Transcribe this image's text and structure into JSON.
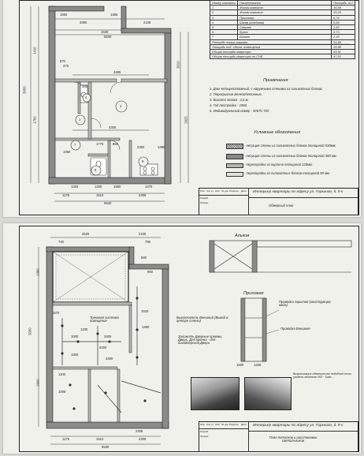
{
  "sheet1": {
    "dims": {
      "top_inner": [
        "1660",
        "2060",
        "1365",
        "1530",
        "2105"
      ],
      "top_total": "5530",
      "left_total": "5050",
      "bottom": [
        "1175",
        "1610",
        "2305"
      ],
      "bottom_total": "5530",
      "mid1": "4495",
      "mid2": "4305",
      "left_side": [
        "1410",
        "1760"
      ],
      "right_side": [
        "3010",
        "2925"
      ],
      "small": [
        "870",
        "275",
        "380",
        "1775",
        "1050",
        "850",
        "2350",
        "1250",
        "1580",
        "1475",
        "1325",
        "1385"
      ]
    },
    "room_numbers": [
      "1",
      "2",
      "3",
      "4",
      "5",
      "6",
      "7"
    ],
    "table": {
      "headers": [
        "Номер комнаты",
        "Наименование",
        "Площадь, м.2"
      ],
      "rows": [
        {
          "num": "1",
          "name": "Жилая комната",
          "area": "16,59"
        },
        {
          "num": "2",
          "name": "Жилая комната",
          "area": "15,26"
        },
        {
          "num": "3",
          "name": "Прихожая",
          "area": "6,74"
        },
        {
          "num": "4",
          "name": "Шкаф (кладовая)",
          "area": "0,56"
        },
        {
          "num": "5",
          "name": "Санузел",
          "area": "2,92"
        },
        {
          "num": "6",
          "name": "Кухня",
          "area": "5,73"
        },
        {
          "num": "7",
          "name": "Балкон",
          "area": "2,20"
        }
      ],
      "summary": [
        {
          "name": "Площадь жилых комнат",
          "area": "31,85"
        },
        {
          "name": "Площадь под. объем. помещения",
          "area": "15,98"
        },
        {
          "name": "Общая площадь квартиры",
          "area": "43,91"
        },
        {
          "name": "Общая площадь квартиры по СНБ",
          "area": "47,52"
        }
      ]
    },
    "notes_title": "Примечания",
    "notes": [
      "1. Дом четырехэтажный, с наружными стенами из силикатных блоков.",
      "2. Перекрытия железобетонные.",
      "3. Высота этажа - 2,6 м.",
      "4. Год постройки - 1960.",
      "5. Индивидуальный номер - 5007С-П/2"
    ],
    "legend_title": "Условные обозначения",
    "legend": [
      "- несущие стены из силикатных блоков толщиной 530мм.",
      "- несущие стены из силикатных блоков толщиной 380 мм.",
      "- перегородки из кирпича толщиной 120мм.",
      "- перегородки из силикатных блоков толщиной 90 мм."
    ],
    "title_block": {
      "project": "Интерьер квартиры по адресу  ул. Горького, д. 9 к",
      "sheet_name": "Обмерный план",
      "headers": [
        "Изм",
        "Кол.уч",
        "Лист",
        "№ док",
        "Подпись",
        "Дата"
      ],
      "role1": "Разраб",
      "role2": "Провер"
    }
  },
  "sheet2": {
    "dims": {
      "top": [
        "2525",
        "2105"
      ],
      "top_small": [
        "740",
        "790"
      ],
      "left_total": "5050",
      "left_parts": [
        "1390",
        "2940"
      ],
      "bottom": [
        "1175",
        "1610",
        "2305"
      ],
      "bottom_total": "5530",
      "misc": [
        "1570",
        "580",
        "960",
        "1520",
        "1380",
        "1200",
        "1000",
        "3400",
        "2000",
        "1300",
        "1100",
        "4400",
        "1008",
        "2305"
      ]
    },
    "annotations": [
      "Трековая система освещения",
      "Выключатель Внешний (Вывод в центре стены)",
      "Заложить Дверные проемы, Дверь, Для крючки - для дизайнерской Двери",
      "Проводка скрытая (конструкция, медь)",
      "Проводка Внешняя"
    ],
    "alcove_label": "Альков",
    "hallway_label": "Прихожая",
    "hallway_dims": [
      "1500",
      "1330"
    ],
    "render_caption": "Визуализация идеальности подобной сети, уровень комнаты 000 · Sadu ...",
    "title_block": {
      "project": "Интерьер квартиры по адресу  ул. Горького, д. 9 к",
      "sheet_name": "План потолков и расстановки светильников",
      "headers": [
        "Изм",
        "Кол.уч",
        "Лист",
        "№ док",
        "Подпись",
        "Дата"
      ],
      "role1": "Разраб",
      "role2": "Провер"
    }
  }
}
